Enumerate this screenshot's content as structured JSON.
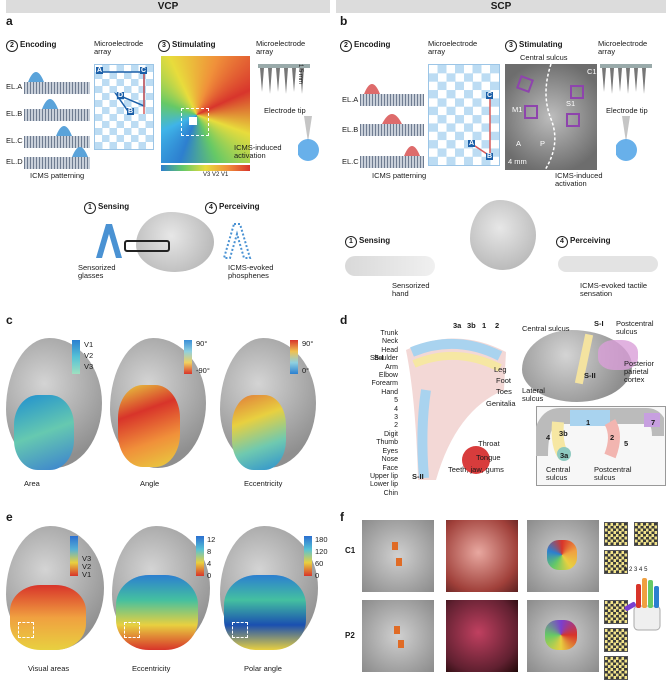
{
  "headers": {
    "left": "VCP",
    "right": "SCP"
  },
  "panel_labels": {
    "a": "a",
    "b": "b",
    "c": "c",
    "d": "d",
    "e": "e",
    "f": "f"
  },
  "panel_a": {
    "encoding_num": "2",
    "encoding": "Encoding",
    "microarray": "Microelectrode array",
    "stim_num": "3",
    "stimulating": "Stimulating",
    "microarray2": "Microelectrode array",
    "scale": "1.5 mm",
    "channels": [
      "EL.A",
      "EL.B",
      "EL.C",
      "EL.D"
    ],
    "grid_letters": [
      "A",
      "B",
      "C",
      "D"
    ],
    "icms_patterning": "ICMS patterning",
    "electrode_tip": "Electrode tip",
    "icms_activation": "ICMS-induced activation",
    "colorbar": [
      "V3",
      "V2",
      "V1"
    ],
    "sensing_num": "1",
    "sensing": "Sensing",
    "perceiving_num": "4",
    "perceiving": "Perceiving",
    "glasses": "Sensorized glasses",
    "phosphenes": "ICMS-evoked phosphenes"
  },
  "panel_b": {
    "encoding_num": "2",
    "encoding": "Encoding",
    "microarray": "Microelectrode array",
    "stim_num": "3",
    "stimulating": "Stimulating",
    "microarray2": "Microelectrode array",
    "central_sulcus": "Central sulcus",
    "channels": [
      "EL.A",
      "EL.B",
      "EL.C"
    ],
    "grid_letters": [
      "A",
      "B",
      "C"
    ],
    "brain_labels": [
      "M1",
      "S1",
      "C1",
      "A",
      "P"
    ],
    "scale": "4 mm",
    "icms_patterning": "ICMS patterning",
    "electrode_tip": "Electrode tip",
    "icms_activation": "ICMS-induced activation",
    "sensing_num": "1",
    "sensing": "Sensing",
    "perceiving_num": "4",
    "perceiving": "Perceiving",
    "hand": "Sensorized hand",
    "tactile": "ICMS-evoked tactile sensation"
  },
  "panel_c": {
    "legend_area": [
      "V1",
      "V2",
      "V3"
    ],
    "angle_range": [
      "90°",
      "-90°"
    ],
    "ecc_range": [
      "90°",
      "0°"
    ],
    "captions": [
      "Area",
      "Angle",
      "Eccentricity"
    ]
  },
  "panel_d": {
    "top": [
      "3a",
      "3b",
      "1",
      "2"
    ],
    "sI": "S-I",
    "sII": "S-II",
    "left_labels": [
      "Trunk",
      "Neck",
      "Head",
      "Shoulder",
      "Arm",
      "Elbow",
      "Forearm",
      "Hand",
      "5",
      "4",
      "3",
      "2",
      "Digit",
      "Thumb",
      "Eyes",
      "Nose",
      "Face",
      "Upper lip",
      "Lower lip",
      "Chin"
    ],
    "right_labels": [
      "Leg",
      "Foot",
      "Toes",
      "Genitalia",
      "Throat",
      "Tongue",
      "Teeth, jaw, gums"
    ],
    "brain_labels": [
      "Central sulcus",
      "S-I",
      "Postcentral sulcus",
      "Posterior parietal cortex",
      "S-II",
      "Lateral sulcus"
    ],
    "section_numbers": [
      "4",
      "3b",
      "1",
      "2",
      "5",
      "7",
      "3a"
    ],
    "section_bottom": [
      "Central sulcus",
      "Postcentral sulcus"
    ]
  },
  "panel_e": {
    "legend_areas": [
      "V3",
      "V2",
      "V1"
    ],
    "ecc_ticks": [
      "12",
      "8",
      "4",
      "0"
    ],
    "polar_ticks": [
      "180",
      "120",
      "60",
      "0"
    ],
    "captions": [
      "Visual areas",
      "Eccentricity",
      "Polar angle"
    ]
  },
  "panel_f": {
    "rows": [
      "C1",
      "P2"
    ],
    "hand_digits": [
      "1",
      "2",
      "3",
      "4",
      "5"
    ]
  }
}
